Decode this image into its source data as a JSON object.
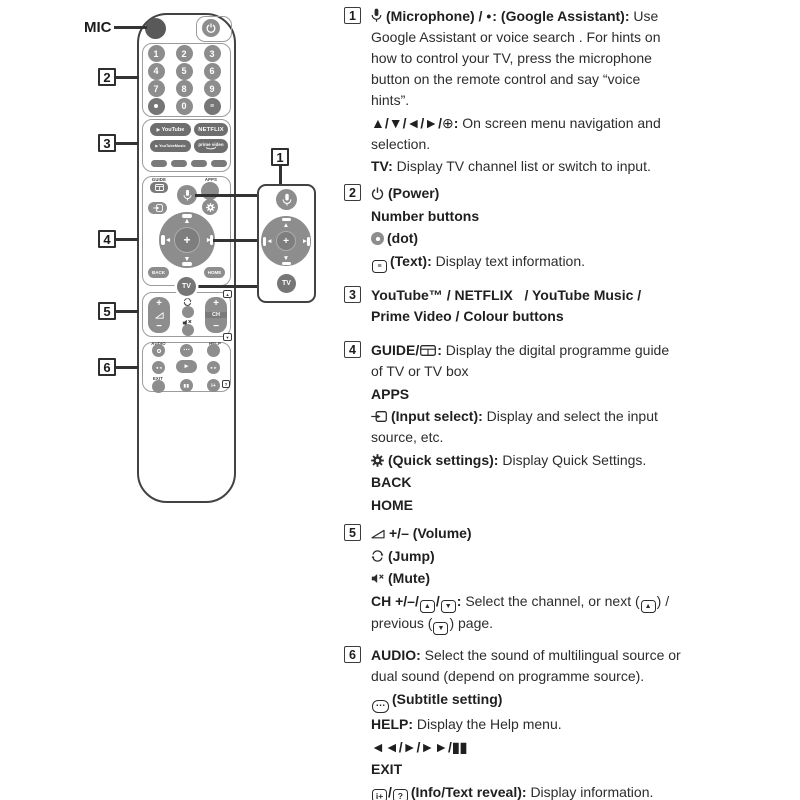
{
  "page": {
    "background": "#ffffff",
    "accent_gray": "#8d8d8d",
    "outline": "#424242",
    "text_color": "#2d2d2d"
  },
  "remote": {
    "mic_label": "MIC",
    "callouts": [
      "1",
      "2",
      "3",
      "4",
      "5",
      "6"
    ],
    "digits": [
      "1",
      "2",
      "3",
      "4",
      "5",
      "6",
      "7",
      "8",
      "9"
    ],
    "zero": "0",
    "apps": {
      "youtube": "YouTube",
      "netflix": "NETFLIX",
      "youtube_music": "YouTubeMusic",
      "prime_video": "prime video"
    },
    "labels": {
      "guide": "GUIDE",
      "apps": "APPS",
      "back": "BACK",
      "home": "HOME",
      "tv": "TV",
      "ch": "CH",
      "audio": "AUDIO",
      "help": "HELP",
      "exit": "EXIT",
      "plus": "+",
      "minus": "−"
    },
    "glyphs": {
      "up": "▲",
      "down": "▼",
      "left": "◄",
      "right": "►",
      "ok": "+",
      "rewind": "◄◄",
      "play": "►",
      "forward": "►►",
      "pause": "▮▮",
      "dots": "…",
      "info": "i+",
      "question": "?",
      "text_lines": "≡",
      "play_logo": "▶"
    }
  },
  "badges": {
    "page_up": "▲",
    "page_down": "▼",
    "dots": "…",
    "info": "i+",
    "question": "?",
    "text_lines": "≡",
    "ga": "•:",
    "select": "⊕"
  },
  "items": [
    {
      "num": "1",
      "mic_bold": "(Microphone) / ",
      "ga_bold": "(Google Assistant): ",
      "use": "Use",
      "lines": [
        "Google Assistant or voice search . For hints on",
        "how to control your TV, press the microphone",
        "button on the remote control and say “voice",
        "hints”."
      ],
      "nav_bold": "▲/▼/◄/►/",
      "nav_colon": ": ",
      "nav_text1": "On screen menu navigation and",
      "nav_text2": "selection.",
      "tv_bold": "TV: ",
      "tv_text": "Display TV channel list or switch to input."
    },
    {
      "num": "2",
      "power_bold": "(Power)",
      "numbers_bold": "Number buttons",
      "dot_bold": "(dot)",
      "text_bold": "(Text): ",
      "text_desc": "Display text information."
    },
    {
      "num": "3",
      "line1": "YouTube™ / NETFLIX   / YouTube Music /",
      "line2": "Prime Video / Colour buttons"
    },
    {
      "num": "4",
      "guide_bold": "GUIDE/",
      "guide_colon": ": ",
      "guide_text1": "Display the digital programme guide",
      "guide_text2": "of TV or TV box",
      "apps_bold": "APPS",
      "input_bold": "(Input select): ",
      "input_text1": "Display and select the input",
      "input_text2": "source, etc.",
      "qs_bold": "(Quick settings): ",
      "qs_text": "Display Quick Settings.",
      "back_bold": "BACK",
      "home_bold": "HOME"
    },
    {
      "num": "5",
      "vol_bold": "+/– (Volume)",
      "jump_bold": "(Jump)",
      "mute_bold": "(Mute)",
      "ch_bold": "CH +/–/",
      "slash": "/",
      "colon": ": ",
      "ch_text1": "Select the channel, or next (",
      "ch_text2": ") /",
      "ch_text3": "previous (",
      "ch_text4": ") page."
    },
    {
      "num": "6",
      "audio_bold": "AUDIO: ",
      "audio_text1": "Select the sound of multilingual source or",
      "audio_text2": "dual sound (depend on programme source).",
      "subtitle_bold": "(Subtitle setting)",
      "help_bold": "HELP: ",
      "help_text": "Display the Help menu.",
      "playback_bold": "◄◄/►/►►/▮▮",
      "exit_bold": "EXIT",
      "info_slash": "/",
      "info_bold": "(Info/Text reveal): ",
      "info_text": "Display information."
    }
  ]
}
